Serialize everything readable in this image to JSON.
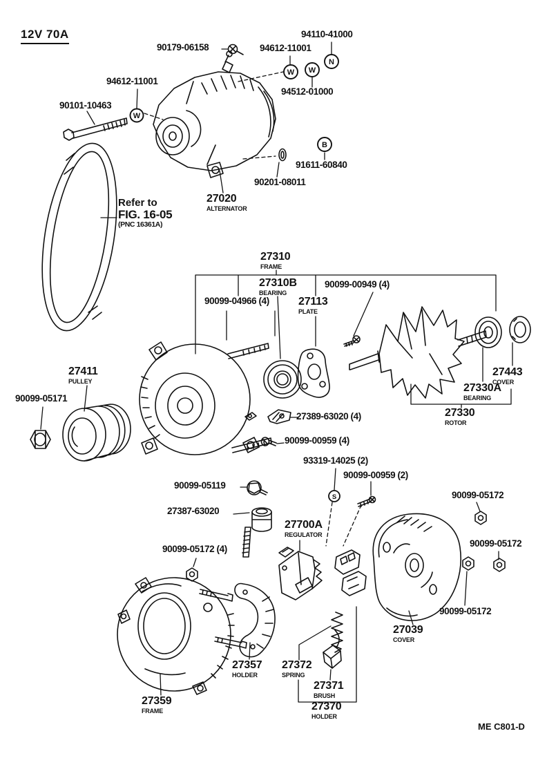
{
  "title": "12V  70A",
  "footer": "ME  C801-D",
  "ink": "#111111",
  "symbols": {
    "washer": "W",
    "nut": "N",
    "bolt": "B",
    "screw": "S"
  },
  "callouts": {
    "bolt_90179": {
      "text": "90179-06158"
    },
    "nut_94110": {
      "text": "94110-41000"
    },
    "washer_94612_top": {
      "text": "94612-11001"
    },
    "washer_94512": {
      "text": "94512-01000"
    },
    "washer_94612_left": {
      "text": "94612-11001"
    },
    "bolt_90101": {
      "text": "90101-10463"
    },
    "nut_91611": {
      "text": "91611-60840"
    },
    "ring_90201": {
      "text": "90201-08011"
    },
    "alternator": {
      "text": "27020",
      "sub": "ALTERNATOR"
    },
    "refer": {
      "line1": "Refer to",
      "line2": "FIG. 16-05",
      "line3": "(PNC 16361A)"
    },
    "frame_front": {
      "text": "27310",
      "sub": "FRAME"
    },
    "bearing_front": {
      "text": "27310B",
      "sub": "BEARING"
    },
    "screw_00949": {
      "text": "90099-00949 (4)"
    },
    "stud_04966": {
      "text": "90099-04966 (4)"
    },
    "plate": {
      "text": "27113",
      "sub": "PLATE"
    },
    "cover_small": {
      "text": "27443",
      "sub": "COVER"
    },
    "bearing_rear": {
      "text": "27330A",
      "sub": "BEARING"
    },
    "rotor": {
      "text": "27330",
      "sub": "ROTOR"
    },
    "pulley": {
      "text": "27411",
      "sub": "PULLEY"
    },
    "nut_05171": {
      "text": "90099-05171"
    },
    "terminal_27389": {
      "text": "27389-63020 (4)"
    },
    "screw_00959_4": {
      "text": "90099-00959 (4)"
    },
    "screw_93319": {
      "text": "93319-14025 (2)"
    },
    "screw_00959_2": {
      "text": "90099-00959 (2)"
    },
    "bolt_05119": {
      "text": "90099-05119"
    },
    "bushing_27387": {
      "text": "27387-63020"
    },
    "regulator": {
      "text": "27700A",
      "sub": "REGULATOR"
    },
    "nut_05172_4": {
      "text": "90099-05172 (4)"
    },
    "nut_05172_a": {
      "text": "90099-05172"
    },
    "nut_05172_b": {
      "text": "90099-05172"
    },
    "nut_05172_c": {
      "text": "90099-05172"
    },
    "cover_rear": {
      "text": "27039",
      "sub": "COVER"
    },
    "holder_27357": {
      "text": "27357",
      "sub": "HOLDER"
    },
    "spring": {
      "text": "27372",
      "sub": "SPRING"
    },
    "brush": {
      "text": "27371",
      "sub": "BRUSH"
    },
    "frame_rear": {
      "text": "27359",
      "sub": "FRAME"
    },
    "brush_holder": {
      "text": "27370",
      "sub": "HOLDER"
    }
  }
}
